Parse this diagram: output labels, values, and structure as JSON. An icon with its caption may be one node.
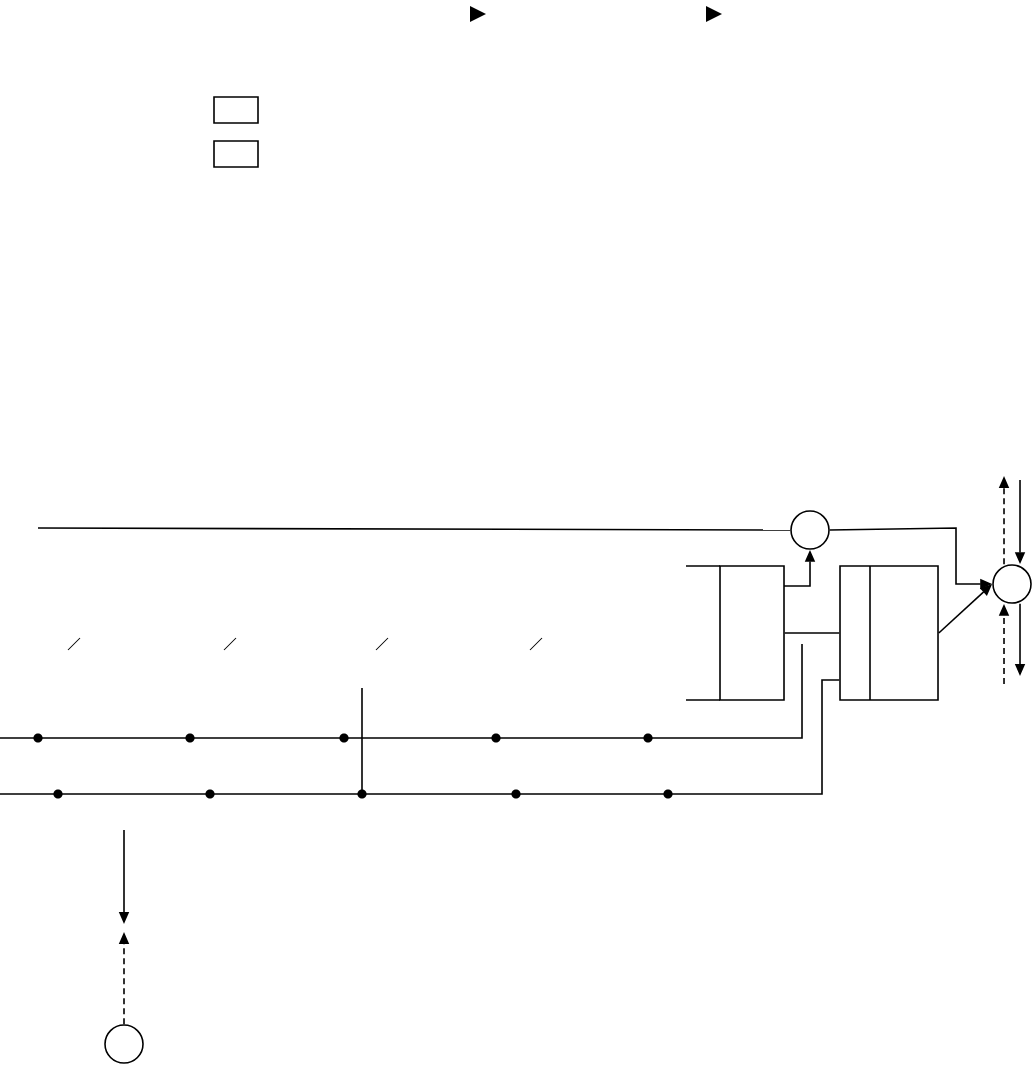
{
  "diagram": {
    "nodes": [
      {
        "text": [],
        "shape": "box"
      },
      {
        "text": [],
        "shape": "box"
      },
      {
        "text": [],
        "shape": "circle"
      },
      {
        "text": [],
        "shape": "box"
      },
      {
        "text": [],
        "shape": "box"
      },
      {
        "text": [],
        "shape": "circle"
      },
      {
        "text": [],
        "shape": "circle"
      }
    ],
    "edges": [
      {
        "from": 3,
        "to": 2,
        "arrow": "to"
      },
      {
        "from": 3,
        "to": 4,
        "arrow": "none"
      },
      {
        "from": 4,
        "to": 5,
        "arrow": "to"
      },
      {
        "from": 2,
        "to": 5,
        "arrow": "to"
      },
      {
        "from": null,
        "to": 2,
        "arrow": "none"
      },
      {
        "from": 5,
        "to": null,
        "arrow": "to",
        "style": "dashed"
      },
      {
        "from": null,
        "to": 5,
        "arrow": "to"
      },
      {
        "from": null,
        "to": 5,
        "arrow": "to",
        "style": "dashed"
      },
      {
        "from": 5,
        "to": null,
        "arrow": "to"
      },
      {
        "from": 6,
        "to": null,
        "arrow": "to",
        "style": "dashed"
      },
      {
        "from": null,
        "to": 4,
        "arrow": "none"
      }
    ]
  }
}
